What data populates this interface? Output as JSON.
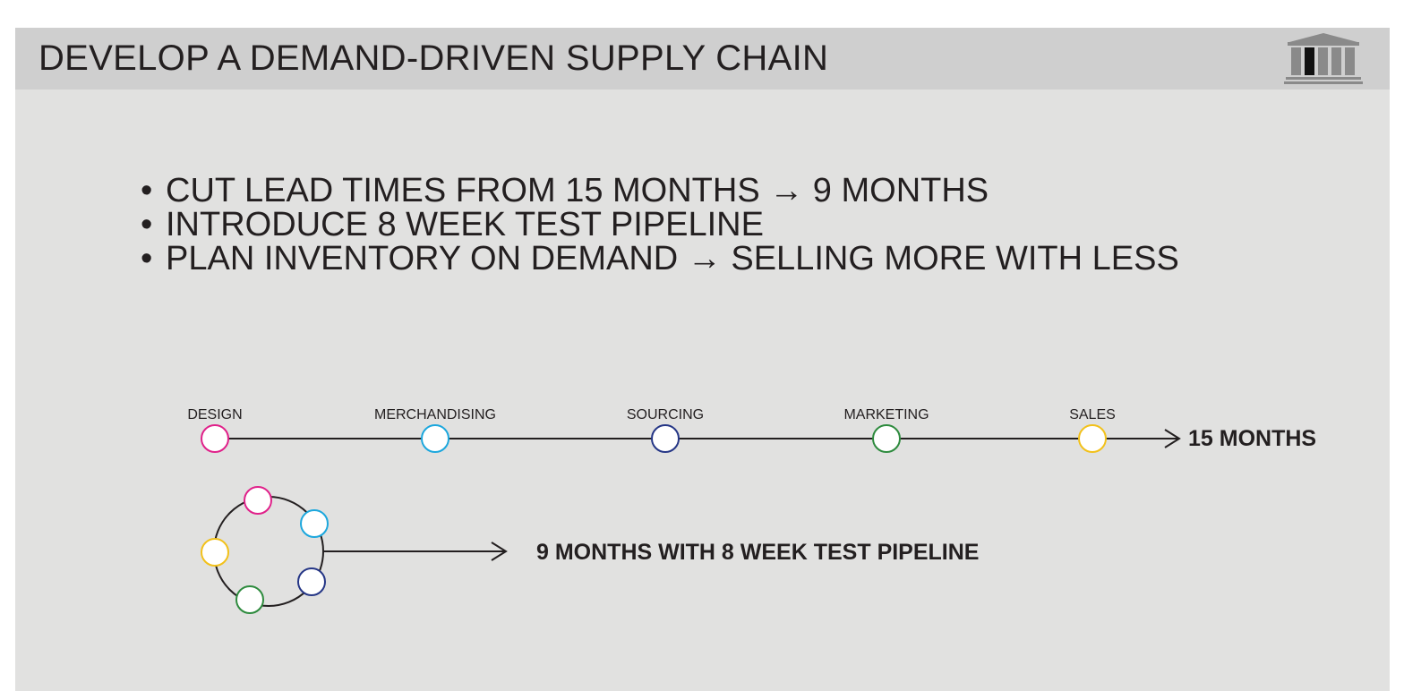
{
  "slide": {
    "title": "DEVELOP A DEMAND-DRIVEN SUPPLY CHAIN",
    "logo_icon": "building-columns-icon"
  },
  "bullets": [
    "CUT LEAD TIMES FROM 15 MONTHS → 9 MONTHS",
    "INTRODUCE 8 WEEK TEST PIPELINE",
    "PLAN INVENTORY ON DEMAND → SELLING MORE WITH LESS"
  ],
  "bullet_marker": "•",
  "timeline": {
    "stages": [
      {
        "label": "DESIGN",
        "color": "#e0218a"
      },
      {
        "label": "MERCHANDISING",
        "color": "#1ca7dd"
      },
      {
        "label": "SOURCING",
        "color": "#253686"
      },
      {
        "label": "MARKETING",
        "color": "#2e8b3e"
      },
      {
        "label": "SALES",
        "color": "#f2c11b"
      }
    ],
    "result_label": "15 MONTHS"
  },
  "cycle": {
    "node_colors": [
      "#e0218a",
      "#1ca7dd",
      "#253686",
      "#2e8b3e",
      "#f2c11b"
    ],
    "result_label": "9 MONTHS WITH 8 WEEK TEST PIPELINE"
  }
}
